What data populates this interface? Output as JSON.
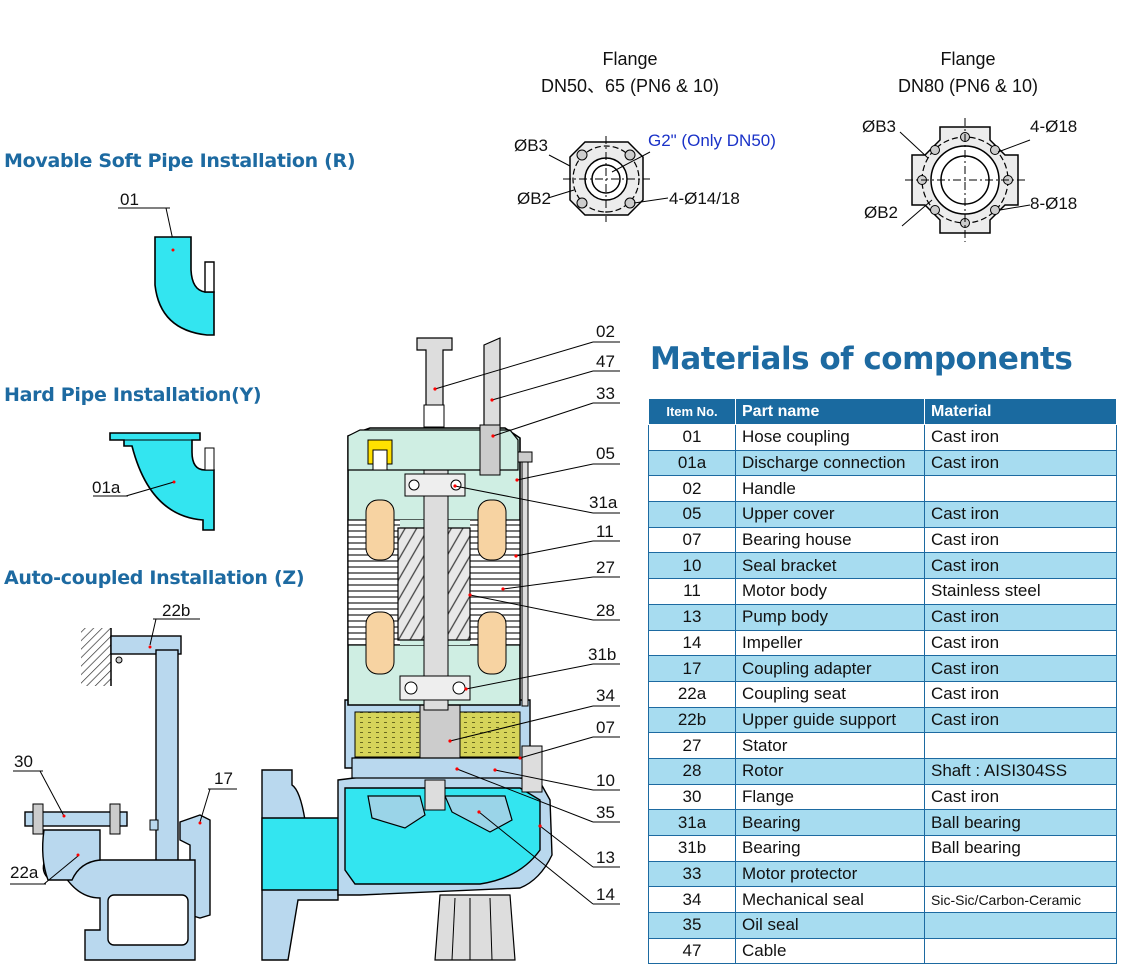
{
  "flange_small": {
    "caption_1": "Flange",
    "caption_2": "DN50、65 (PN6 & 10)",
    "b3": "ØB3",
    "b2": "ØB2",
    "thread": "G2\" (Only DN50)",
    "holes": "4-Ø14/18"
  },
  "flange_large": {
    "caption_1": "Flange",
    "caption_2": "DN80 (PN6 & 10)",
    "b3": "ØB3",
    "b2": "ØB2",
    "holes_a": "4-Ø18",
    "holes_b": "8-Ø18"
  },
  "installations": {
    "movable": "Movable Soft Pipe Installation (R)",
    "movable_part": "01",
    "hard": "Hard Pipe  Installation(Y)",
    "hard_part": "01a",
    "auto": "Auto-coupled Installation (Z)",
    "auto_parts": [
      "22b",
      "30",
      "17",
      "22a"
    ]
  },
  "callouts": [
    "02",
    "47",
    "33",
    "05",
    "31a",
    "11",
    "27",
    "28",
    "31b",
    "34",
    "07",
    "10",
    "35",
    "13",
    "14"
  ],
  "materials": {
    "title": "Materials of components",
    "headers": [
      "Item No.",
      "Part name",
      "Material"
    ],
    "rows": [
      [
        "01",
        "Hose coupling",
        "Cast iron"
      ],
      [
        "01a",
        "Discharge connection",
        "Cast iron"
      ],
      [
        "02",
        "Handle",
        ""
      ],
      [
        "05",
        "Upper cover",
        "Cast iron"
      ],
      [
        "07",
        "Bearing house",
        "Cast iron"
      ],
      [
        "10",
        "Seal bracket",
        "Cast iron"
      ],
      [
        "11",
        "Motor body",
        "Stainless steel"
      ],
      [
        "13",
        "Pump body",
        "Cast iron"
      ],
      [
        "14",
        "Impeller",
        "Cast iron"
      ],
      [
        "17",
        "Coupling adapter",
        "Cast iron"
      ],
      [
        "22a",
        "Coupling seat",
        "Cast iron"
      ],
      [
        "22b",
        "Upper guide support",
        "Cast iron"
      ],
      [
        "27",
        "Stator",
        ""
      ],
      [
        "28",
        "Rotor",
        "Shaft : AISI304SS"
      ],
      [
        "30",
        "Flange",
        "Cast iron"
      ],
      [
        "31a",
        "Bearing",
        "Ball bearing"
      ],
      [
        "31b",
        "Bearing",
        "Ball bearing"
      ],
      [
        "33",
        "Motor protector",
        ""
      ],
      [
        "34",
        "Mechanical seal",
        "Sic-Sic/Carbon-Ceramic"
      ],
      [
        "35",
        "Oil seal",
        ""
      ],
      [
        "47",
        "Cable",
        ""
      ]
    ]
  },
  "colors": {
    "title_blue": "#1d6aa1",
    "water_cyan": "#33e5f0",
    "pipe_blue": "#b9d8ee",
    "motor_green": "#cfeee3",
    "oil_yellow": "#d6d45a",
    "row_alt": "#a7dcf0"
  }
}
